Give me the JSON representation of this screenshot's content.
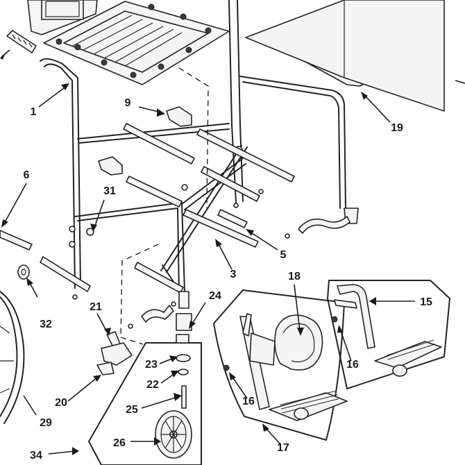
{
  "diagram": {
    "callouts": [
      {
        "id": "c1",
        "label": "1"
      },
      {
        "id": "c3",
        "label": "3"
      },
      {
        "id": "c5",
        "label": "5"
      },
      {
        "id": "c6",
        "label": "6"
      },
      {
        "id": "c9",
        "label": "9"
      },
      {
        "id": "c15",
        "label": "15"
      },
      {
        "id": "c16a",
        "label": "16"
      },
      {
        "id": "c16b",
        "label": "16"
      },
      {
        "id": "c17",
        "label": "17"
      },
      {
        "id": "c18",
        "label": "18"
      },
      {
        "id": "c19",
        "label": "19"
      },
      {
        "id": "c20",
        "label": "20"
      },
      {
        "id": "c21",
        "label": "21"
      },
      {
        "id": "c22",
        "label": "22"
      },
      {
        "id": "c23",
        "label": "23"
      },
      {
        "id": "c24",
        "label": "24"
      },
      {
        "id": "c25",
        "label": "25"
      },
      {
        "id": "c26",
        "label": "26"
      },
      {
        "id": "c29",
        "label": "29"
      },
      {
        "id": "c31",
        "label": "31"
      },
      {
        "id": "c32",
        "label": "32"
      },
      {
        "id": "c34",
        "label": "34"
      }
    ],
    "colors": {
      "line": "#222222",
      "fill": "#f4f4f4",
      "background": "#ffffff"
    }
  }
}
